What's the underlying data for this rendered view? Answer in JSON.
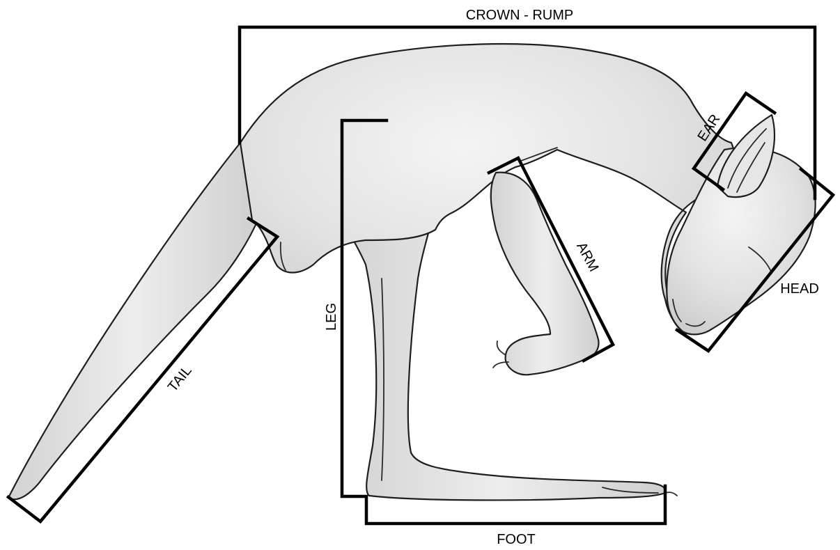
{
  "diagram": {
    "labels": {
      "crown_rump": "CROWN - RUMP",
      "ear": "EAR",
      "head": "HEAD",
      "arm": "ARM",
      "leg": "LEG",
      "tail": "TAIL",
      "foot": "FOOT"
    }
  }
}
